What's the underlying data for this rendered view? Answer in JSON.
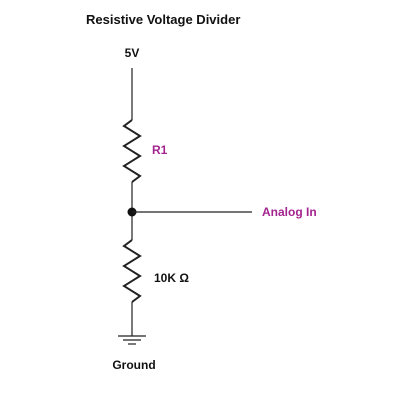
{
  "title": "Resistive Voltage Divider",
  "supply_label": "5V",
  "r1_label": "R1",
  "r2_label": "10K Ω",
  "output_label": "Analog In",
  "ground_label": "Ground",
  "colors": {
    "wire": "#222222",
    "text": "#111111",
    "accent": "#a3238f"
  }
}
